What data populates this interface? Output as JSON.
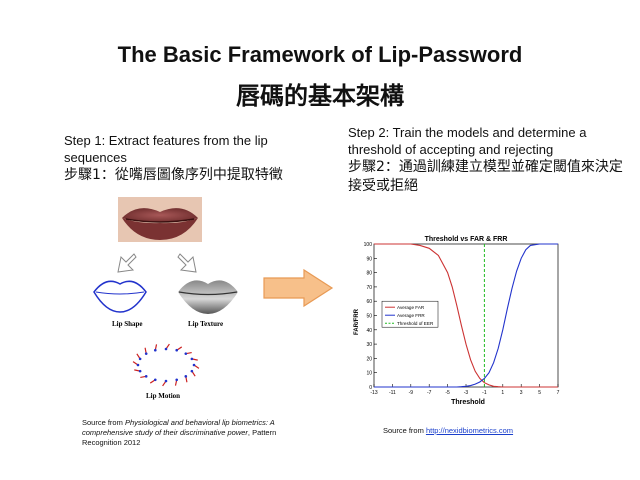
{
  "slide": {
    "title_en": "The Basic Framework of Lip-Password",
    "title_zh": "唇碼的基本架構"
  },
  "step1": {
    "text_en": "Step 1: Extract features from the lip sequences",
    "text_zh": "步驟1：從嘴唇圖像序列中提取特徵"
  },
  "step2": {
    "text_en": "Step 2: Train the models and determine a threshold of accepting and rejecting",
    "text_zh": "步驟2：通過訓練建立模型並確定閾值來決定接受或拒絕"
  },
  "figure_labels": {
    "lip_shape": "Lip Shape",
    "lip_texture": "Lip Texture",
    "lip_motion": "Lip Motion"
  },
  "source_left": {
    "prefix": "Source from ",
    "italic": "Physiological and behavioral lip biometrics: A comprehensive study of their discriminative power",
    "suffix": ", Pattern Recognition 2012"
  },
  "source_right": {
    "prefix": "Source from ",
    "link": "http://nexidbiometrics.com"
  },
  "colors": {
    "arrow_fill": "#f7c08a",
    "arrow_stroke": "#e89a55",
    "far": "#cc3333",
    "frr": "#2233cc",
    "eer": "#22bb22",
    "lip": "#8a3a3a"
  },
  "chart_data": {
    "type": "line",
    "title": "Threshold vs FAR & FRR",
    "xlabel": "Threshold",
    "ylabel": "FAR/FRR",
    "xlim": [
      -13,
      7
    ],
    "ylim": [
      0,
      100
    ],
    "x_ticks": [
      "-13",
      "-11",
      "-9",
      "-7",
      "-5",
      "-3",
      "-1",
      "1",
      "3",
      "5",
      "7"
    ],
    "y_ticks": [
      "0",
      "10",
      "20",
      "30",
      "40",
      "50",
      "60",
      "70",
      "80",
      "90",
      "100"
    ],
    "x": [
      -13,
      -9,
      -8,
      -7,
      -6,
      -5,
      -4.5,
      -4,
      -3.5,
      -3,
      -2.5,
      -2,
      -1.5,
      -1,
      -0.5,
      0,
      0.5,
      1,
      1.5,
      2,
      2.5,
      3,
      3.5,
      4,
      5,
      7
    ],
    "series": [
      {
        "name": "Average FAR",
        "values": [
          100,
          100,
          99,
          97,
          92,
          80,
          70,
          57,
          43,
          30,
          19,
          11,
          6,
          3,
          1.5,
          0.5,
          0.2,
          0,
          0,
          0,
          0,
          0,
          0,
          0,
          0,
          0
        ]
      },
      {
        "name": "Average FRR",
        "values": [
          0,
          0,
          0,
          0,
          0,
          0,
          0,
          0,
          0.2,
          0.5,
          1,
          2,
          3.5,
          6,
          10,
          17,
          27,
          40,
          55,
          69,
          81,
          90,
          96,
          99,
          100,
          100
        ]
      }
    ],
    "eer_threshold": -1,
    "eer_label": "Threshold of EER",
    "legend": "middle-left",
    "grid": false
  }
}
